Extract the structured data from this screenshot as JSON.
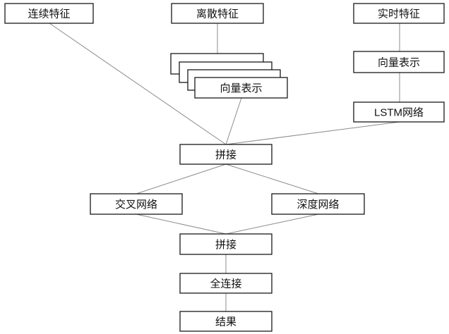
{
  "nodes": {
    "continuous_features": "连续特征",
    "discrete_features": "离散特征",
    "realtime_features": "实时特征",
    "vector_repr_discrete": "向量表示",
    "vector_repr_realtime": "向量表示",
    "lstm_network": "LSTM网络",
    "concat_1": "拼接",
    "cross_network": "交叉网络",
    "deep_network": "深度网络",
    "concat_2": "拼接",
    "fully_connected": "全连接",
    "result": "结果"
  }
}
